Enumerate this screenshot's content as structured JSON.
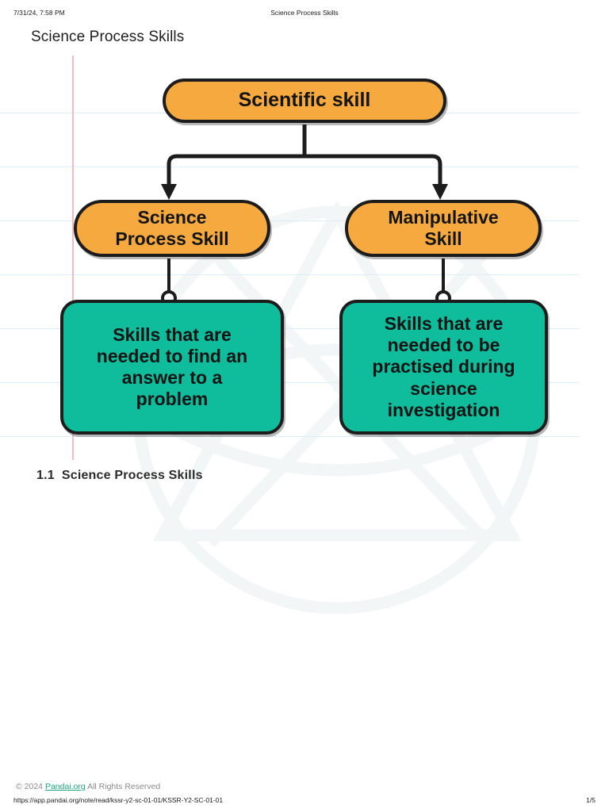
{
  "print_header": {
    "date": "7/31/24, 7:58 PM",
    "title": "Science Process Skills"
  },
  "page_title": "Science Process Skills",
  "colors": {
    "node_orange": "#F5A93F",
    "node_teal": "#0FBC9B",
    "node_border": "#1C1C1C",
    "rule_line": "#D8EEFB",
    "margin_line": "#F5BCBC",
    "brand_green": "#1AA87A"
  },
  "diagram": {
    "type": "flowchart",
    "root": {
      "label": "Scientific skill"
    },
    "branches": [
      {
        "label": "Science\nProcess Skill",
        "detail": "Skills that are\nneeded to find an\nanswer to a\nproblem"
      },
      {
        "label": "Manipulative\nSkill",
        "detail": "Skills that are\nneeded to be\npractised during\nscience\ninvestigation"
      }
    ]
  },
  "section": {
    "number": "1.1",
    "heading": "Science Process Skills"
  },
  "footer": {
    "copyright_prefix": "© 2024 ",
    "brand": "Pandai.org",
    "copyright_suffix": " All Rights Reserved",
    "url": "https://app.pandai.org/note/read/kssr-y2-sc-01-01/KSSR-Y2-SC-01-01",
    "page": "1/5"
  }
}
